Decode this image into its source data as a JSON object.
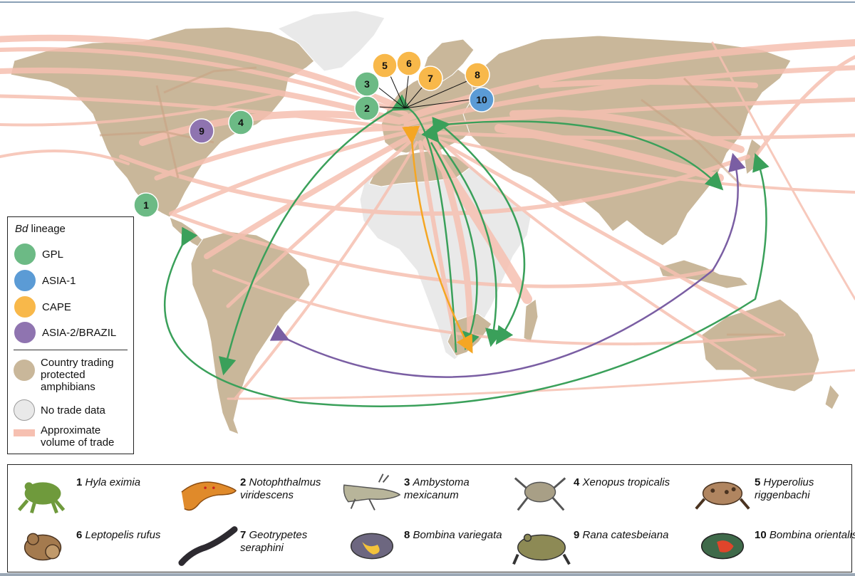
{
  "colors": {
    "ocean": "#ffffff",
    "land_trading": "#c9b79a",
    "land_no_data": "#e9e9e9",
    "trade_flow": "#f6c0b1",
    "trade_flow_dark": "#c9a383",
    "gpl": "#6cba85",
    "asia1": "#5b9bd5",
    "cape": "#f8b84a",
    "asia2_brazil": "#8f74b0"
  },
  "legend": {
    "title_italic": "Bd",
    "title_rest": " lineage",
    "lineages": [
      {
        "label": "GPL",
        "color": "#6cba85"
      },
      {
        "label": "ASIA-1",
        "color": "#5b9bd5"
      },
      {
        "label": "CAPE",
        "color": "#f8b84a"
      },
      {
        "label": "ASIA-2/BRAZIL",
        "color": "#8f74b0"
      }
    ],
    "trading_label": [
      "Country trading",
      "protected",
      "amphibians"
    ],
    "no_data_label": "No trade data",
    "volume_label": [
      "Approximate",
      "volume of trade"
    ]
  },
  "map_markers": [
    {
      "number": "1",
      "lineage": "GPL"
    },
    {
      "number": "2",
      "lineage": "GPL"
    },
    {
      "number": "3",
      "lineage": "GPL"
    },
    {
      "number": "4",
      "lineage": "GPL"
    },
    {
      "number": "5",
      "lineage": "CAPE"
    },
    {
      "number": "6",
      "lineage": "CAPE"
    },
    {
      "number": "7",
      "lineage": "CAPE"
    },
    {
      "number": "8",
      "lineage": "CAPE"
    },
    {
      "number": "9",
      "lineage": "ASIA-2/BRAZIL"
    },
    {
      "number": "10",
      "lineage": "ASIA-1"
    }
  ],
  "species": [
    {
      "number": "1",
      "name": "Hyla eximia",
      "icon": "green-treefrog-icon",
      "color": "#6f9a3c"
    },
    {
      "number": "2",
      "name": "Notophthalmus viridescens",
      "icon": "orange-newt-icon",
      "color": "#e08a2a"
    },
    {
      "number": "3",
      "name": "Ambystoma mexicanum",
      "icon": "axolotl-icon",
      "color": "#b8b59a"
    },
    {
      "number": "4",
      "name": "Xenopus tropicalis",
      "icon": "clawed-frog-icon",
      "color": "#a89f86"
    },
    {
      "number": "5",
      "name": "Hyperolius riggenbachi",
      "icon": "reed-frog-icon",
      "color": "#b08560"
    },
    {
      "number": "6",
      "name": "Leptopelis rufus",
      "icon": "brown-frog-icon",
      "color": "#a47a4e"
    },
    {
      "number": "7",
      "name": "Geotrypetes seraphini",
      "icon": "caecilian-icon",
      "color": "#2d2a30"
    },
    {
      "number": "8",
      "name": "Bombina variegata",
      "icon": "yellow-bellied-toad-icon",
      "color": "#6d6780"
    },
    {
      "number": "9",
      "name": "Rana catesbeiana",
      "icon": "bullfrog-icon",
      "color": "#8d8a55"
    },
    {
      "number": "10",
      "name": "Bombina orientalis",
      "icon": "fire-bellied-toad-icon",
      "color": "#3f6a4a"
    }
  ]
}
